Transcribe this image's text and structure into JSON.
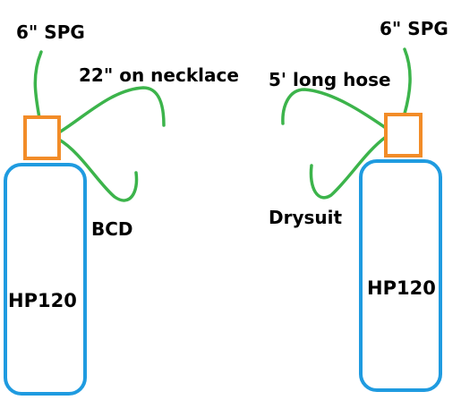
{
  "left_setup": {
    "spg_label": "6\" SPG",
    "necklace_label": "22\" on necklace",
    "bcd_label": "BCD",
    "tank_label": "HP120"
  },
  "right_setup": {
    "spg_label": "6\" SPG",
    "hose_label": "5' long hose",
    "drysuit_label": "Drysuit",
    "tank_label": "HP120"
  },
  "colors": {
    "hose": "#3cb44b",
    "regulator": "#f28c28",
    "tank": "#1f9be0",
    "text": "#000000"
  }
}
